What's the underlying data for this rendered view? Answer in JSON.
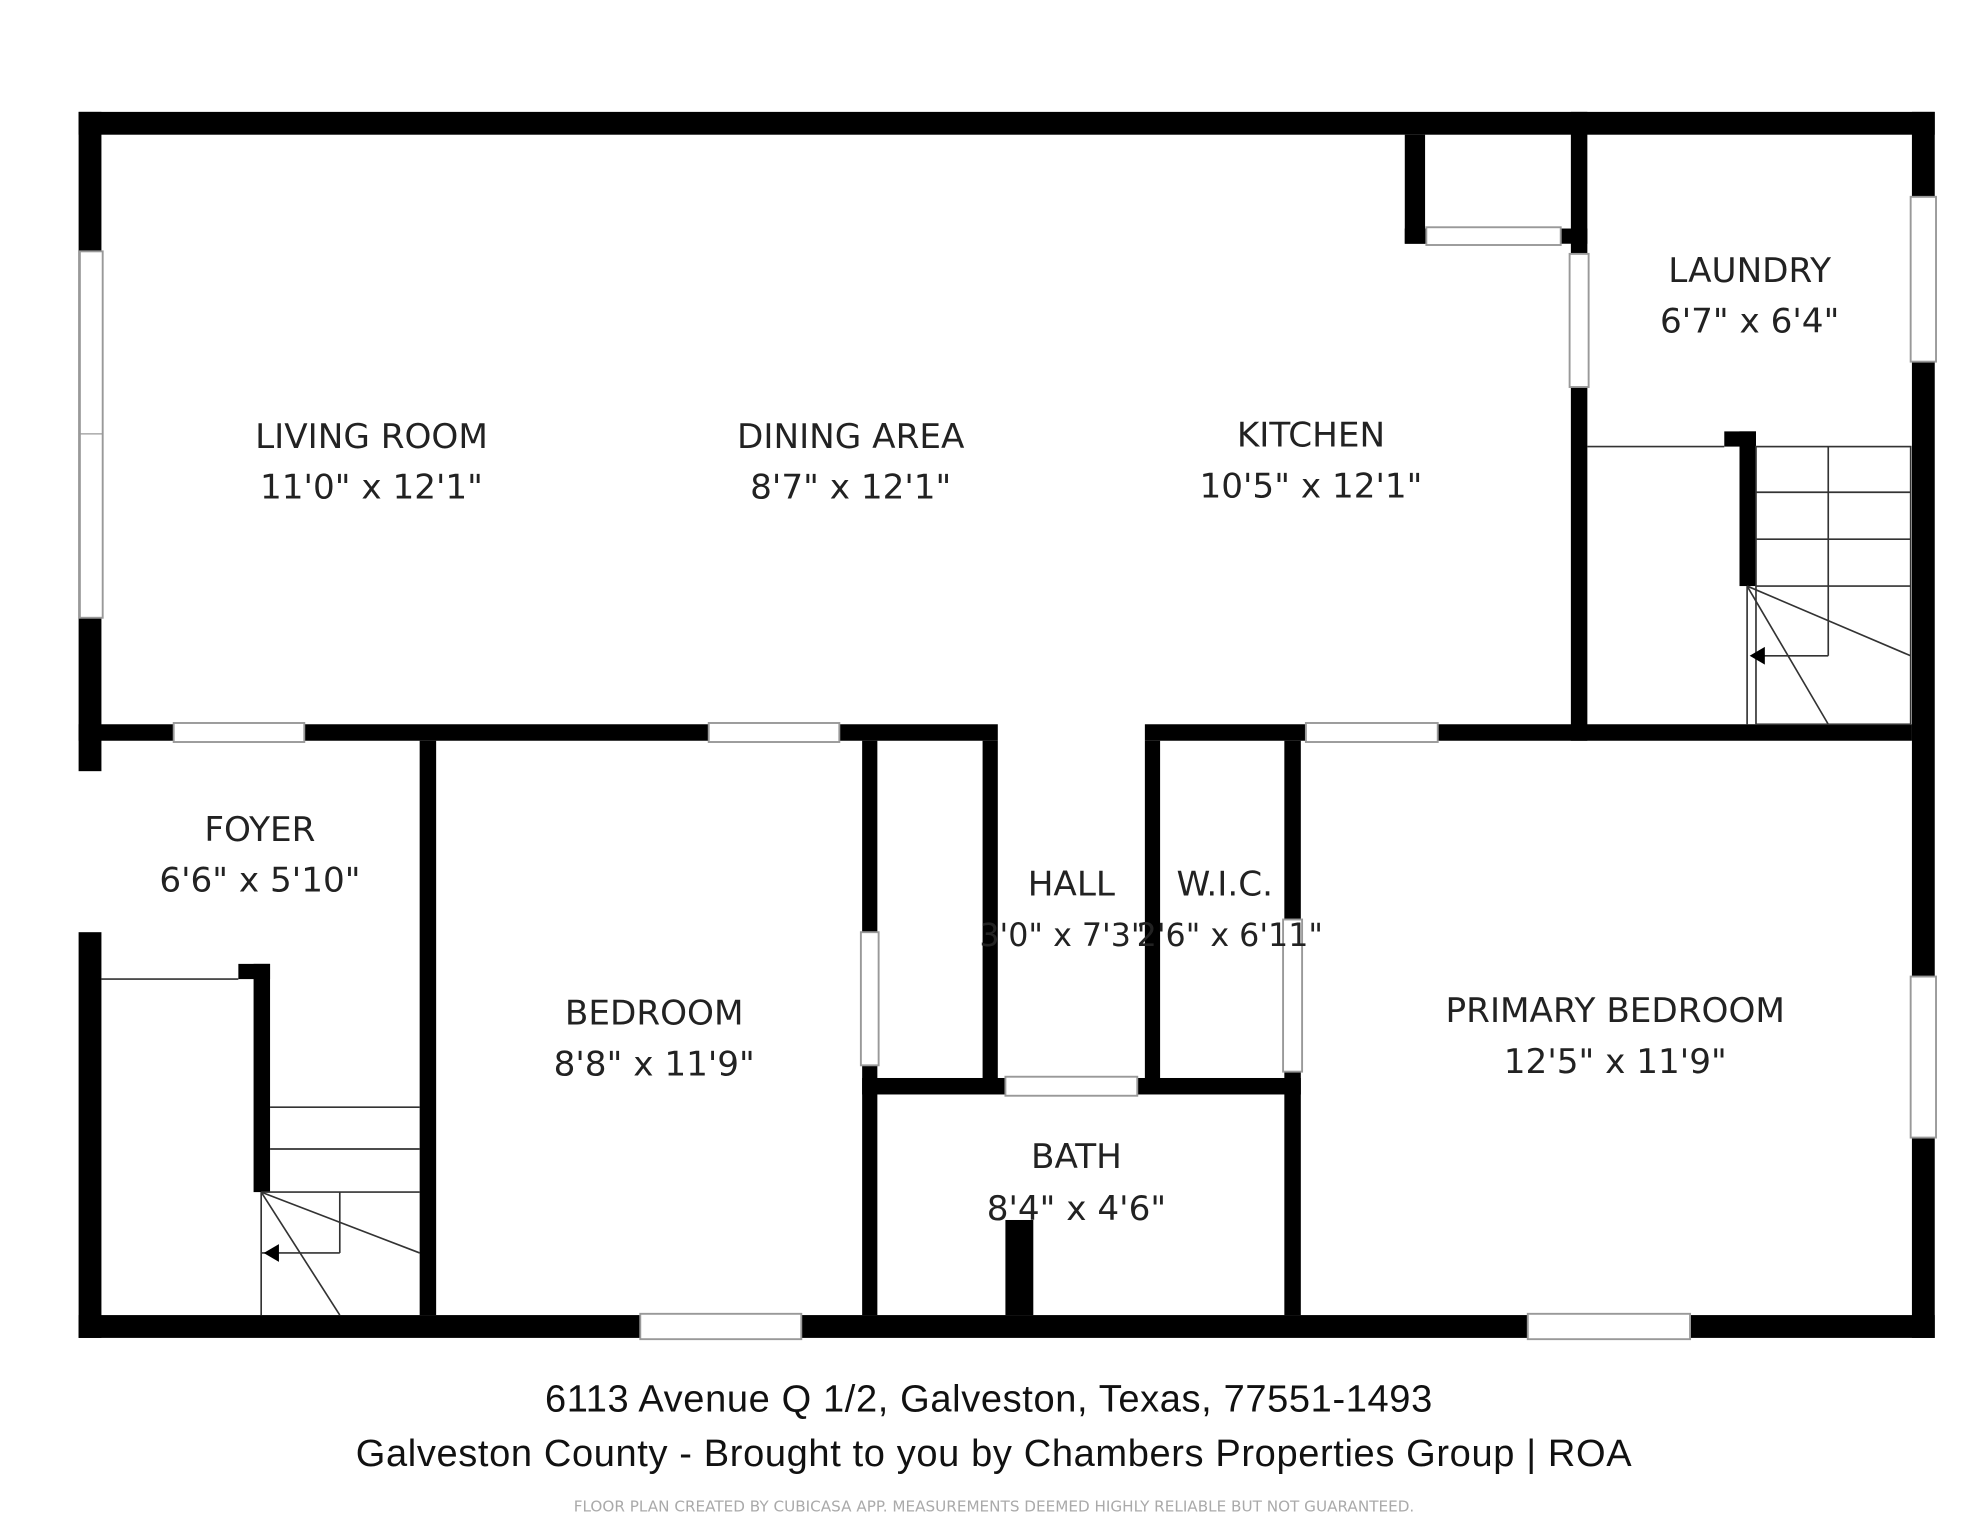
{
  "rooms": [
    {
      "name": "LIVING ROOM",
      "size": "11'0\" x 12'1\""
    },
    {
      "name": "DINING AREA",
      "size": "8'7\" x 12'1\""
    },
    {
      "name": "KITCHEN",
      "size": "10'5\" x 12'1\""
    },
    {
      "name": "LAUNDRY",
      "size": "6'7\" x 6'4\""
    },
    {
      "name": "FOYER",
      "size": "6'6\" x 5'10\""
    },
    {
      "name": "BEDROOM",
      "size": "8'8\" x 11'9\""
    },
    {
      "name": "HALL",
      "size": "3'0\" x 7'3\""
    },
    {
      "name": "W.I.C.",
      "size": "2'6\" x 6'11\""
    },
    {
      "name": "PRIMARY BEDROOM",
      "size": "12'5\" x 11'9\""
    },
    {
      "name": "BATH",
      "size": "8'4\" x 4'6\""
    }
  ],
  "footer": {
    "address": "6113 Avenue Q 1/2, Galveston, Texas, 77551-1493",
    "credit": "Galveston County - Brought to you by Chambers Properties Group | ROA",
    "disclaimer": "FLOOR PLAN CREATED BY CUBICASA APP. MEASUREMENTS DEEMED HIGHLY RELIABLE BUT NOT GUARANTEED."
  }
}
